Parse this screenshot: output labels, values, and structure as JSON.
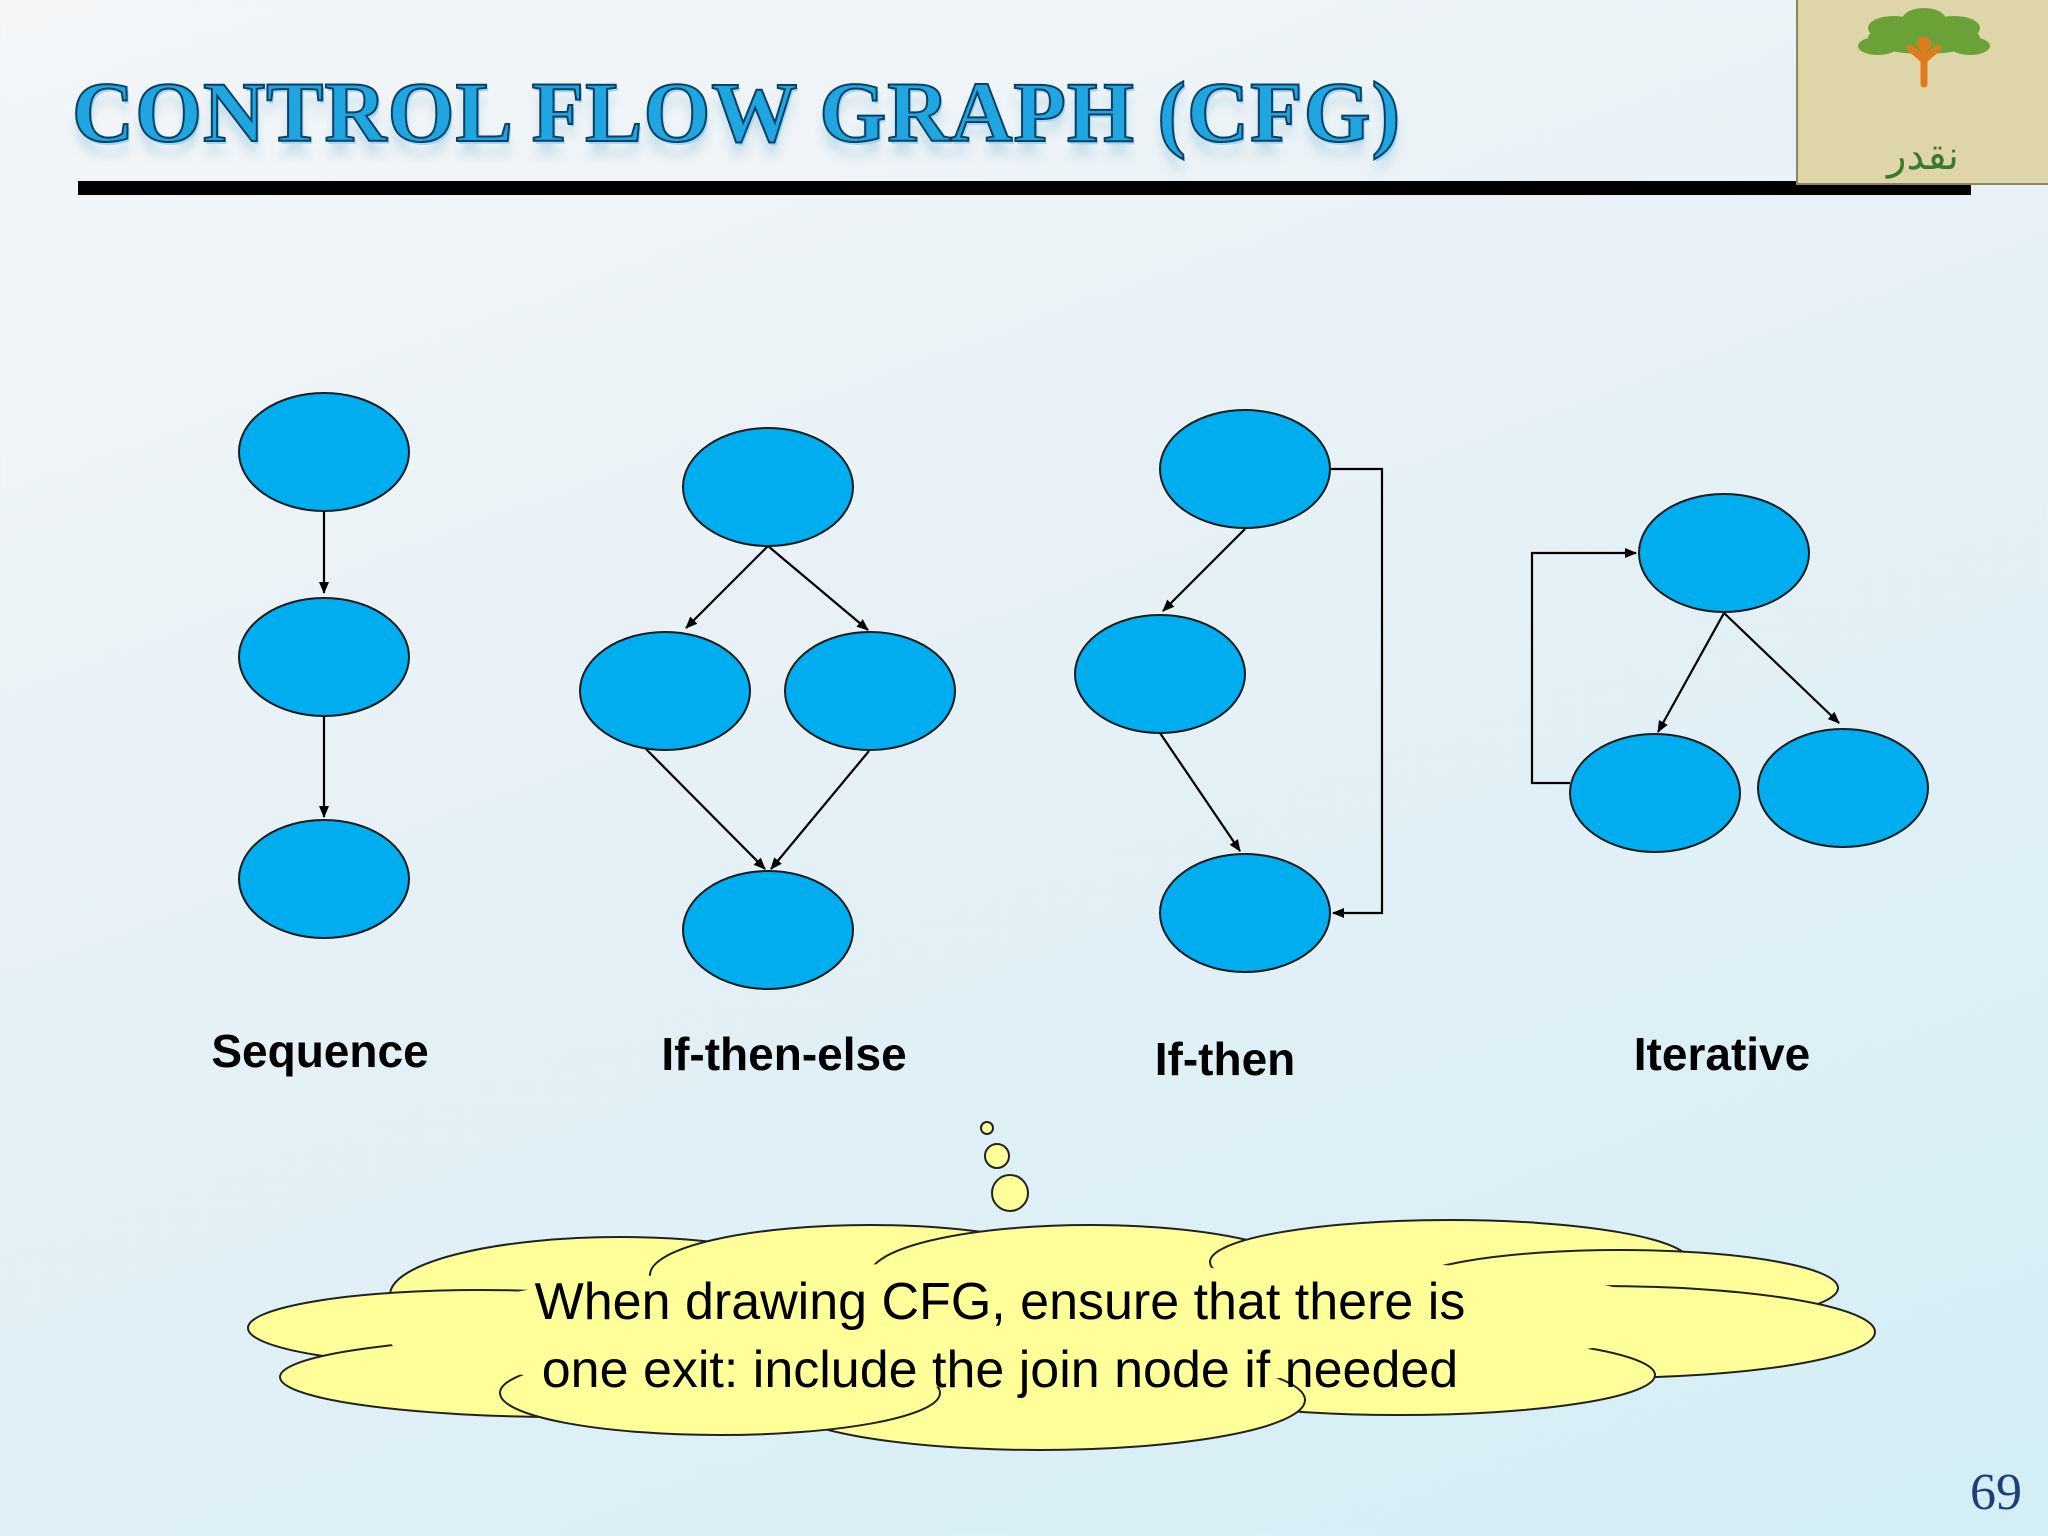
{
  "slide": {
    "title": "CONTROL FLOW GRAPH (CFG)",
    "page_number": "69",
    "logo_text": "نقدر"
  },
  "patterns": [
    {
      "label": "Sequence",
      "nodes": 3,
      "edges": [
        "1→2",
        "2→3"
      ]
    },
    {
      "label": "If-then-else",
      "nodes": 4,
      "edges": [
        "1→2",
        "1→3",
        "2→4",
        "3→4"
      ]
    },
    {
      "label": "If-then",
      "nodes": 3,
      "edges": [
        "1→2",
        "2→3",
        "1→3"
      ]
    },
    {
      "label": "Iterative",
      "nodes": 3,
      "edges": [
        "1→2",
        "1→3",
        "2→1"
      ]
    }
  ],
  "callout": {
    "line1": "When drawing CFG, ensure that there is",
    "line2": "one exit: include the join node if needed"
  },
  "colors": {
    "node_fill": "#00aeef",
    "title_fill": "#1fa6e0",
    "callout_fill": "#ffff99",
    "page_number": "#1c3f7a"
  }
}
